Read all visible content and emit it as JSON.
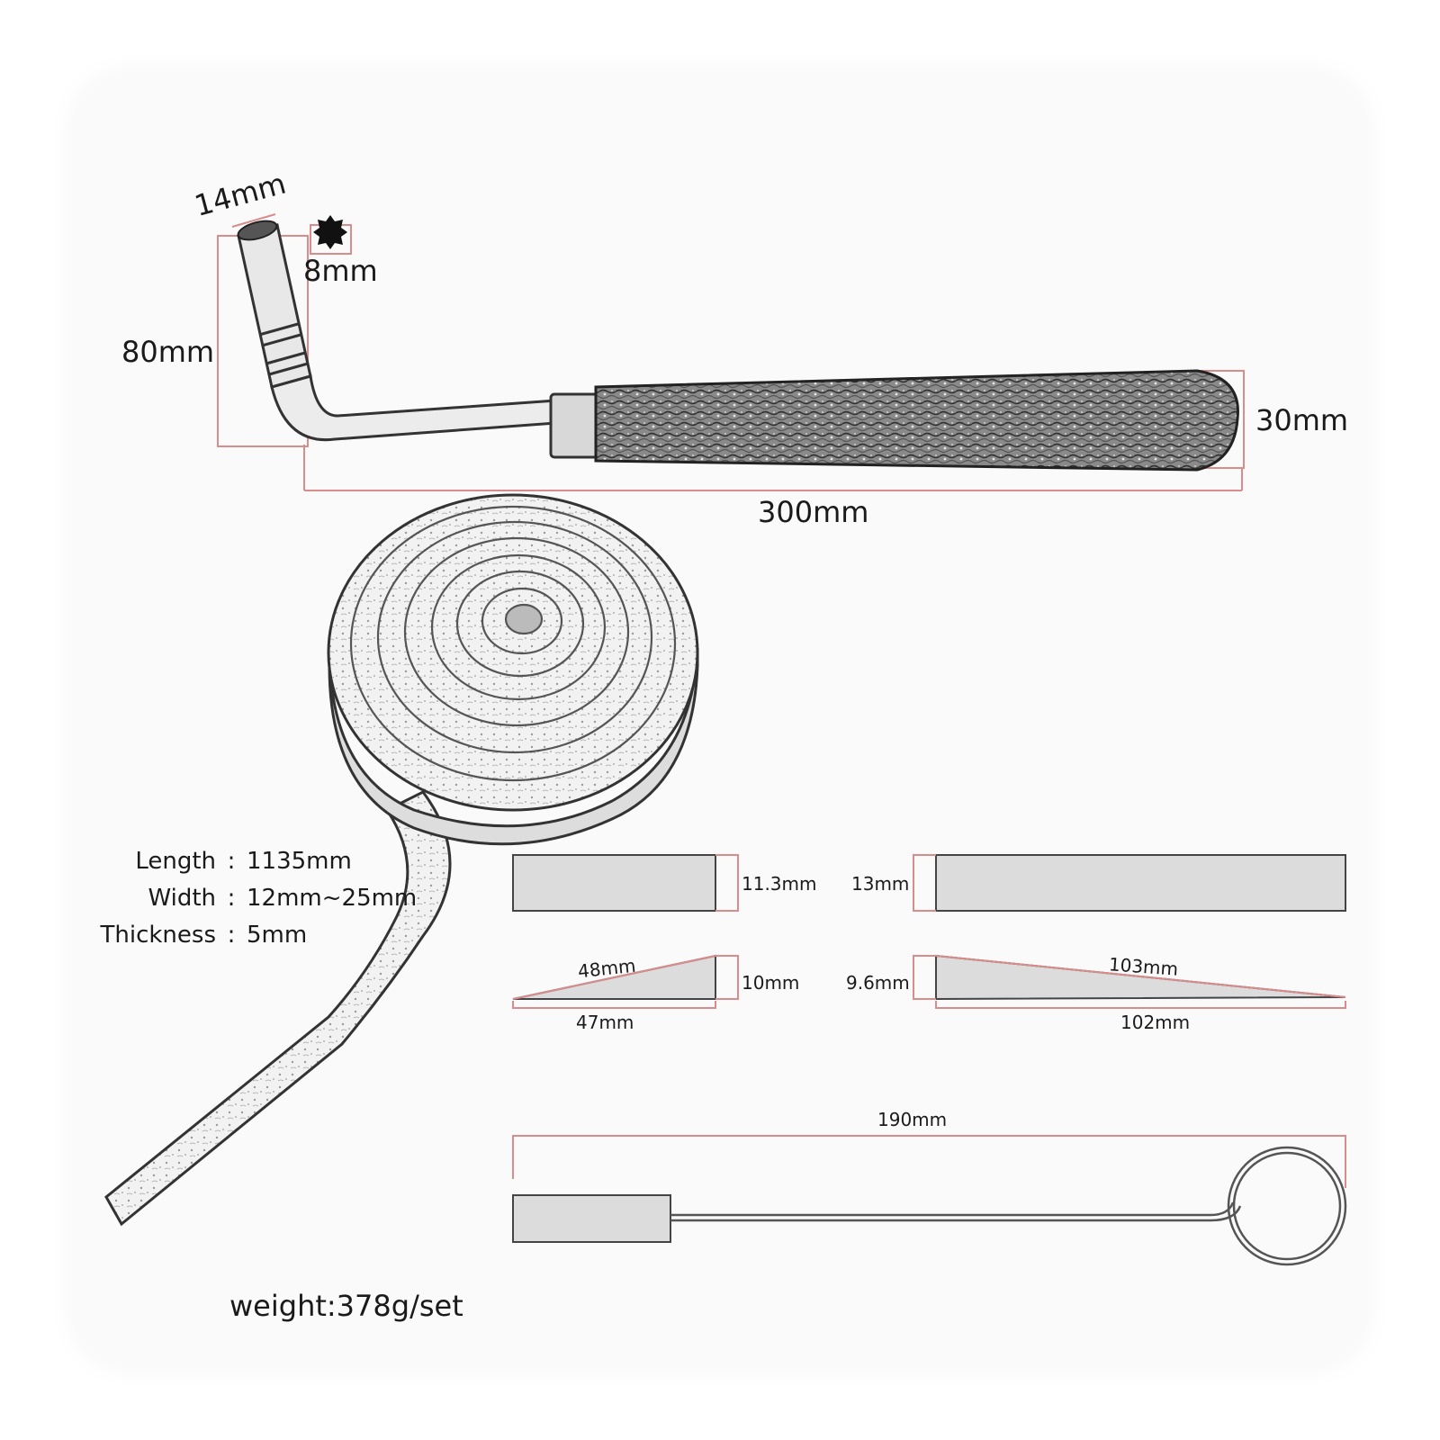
{
  "wrench": {
    "dim_socket_width": "14mm",
    "dim_hex": "8mm",
    "dim_height": "80mm",
    "dim_handle_height": "30mm",
    "dim_length": "300mm"
  },
  "felt_strip": {
    "specs": [
      {
        "key": "Length",
        "sep": ":",
        "value": "1135mm"
      },
      {
        "key": "Width",
        "sep": ":",
        "value": "12mm~25mm"
      },
      {
        "key": "Thickness",
        "sep": ":",
        "value": "5mm"
      }
    ]
  },
  "mutes": {
    "small_block_height": "11.3mm",
    "long_block_height": "13mm",
    "small_wedge_top": "48mm",
    "small_wedge_height": "10mm",
    "small_wedge_bottom": "47mm",
    "long_wedge_height": "9.6mm",
    "long_wedge_top": "103mm",
    "long_wedge_bottom": "102mm"
  },
  "hook_tool": {
    "dim_length": "190mm"
  },
  "weight": "weight:378g/set",
  "colors": {
    "dimension_line": "#d98c8c",
    "part_fill": "#dcdcdc",
    "outline": "#333333"
  }
}
